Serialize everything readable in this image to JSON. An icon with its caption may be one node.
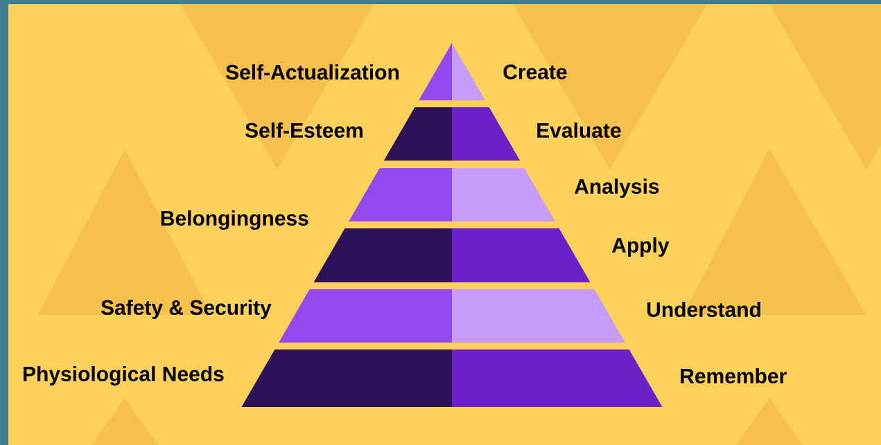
{
  "diagram": {
    "nodes": [
      {
        "text": [],
        "shape": "triangle"
      },
      {
        "text": [],
        "shape": "trapezoid"
      },
      {
        "text": [],
        "shape": "trapezoid"
      },
      {
        "text": [],
        "shape": "trapezoid"
      },
      {
        "text": [],
        "shape": "trapezoid"
      },
      {
        "text": [],
        "shape": "trapezoid"
      }
    ],
    "labels": [
      "Self-Actualization",
      "Create",
      "Self-Esteem",
      "Evaluate",
      "Analysis",
      "Belongingness",
      "Apply",
      "Safety & Security",
      "Understand",
      "Physiological Needs",
      "Remember"
    ]
  }
}
